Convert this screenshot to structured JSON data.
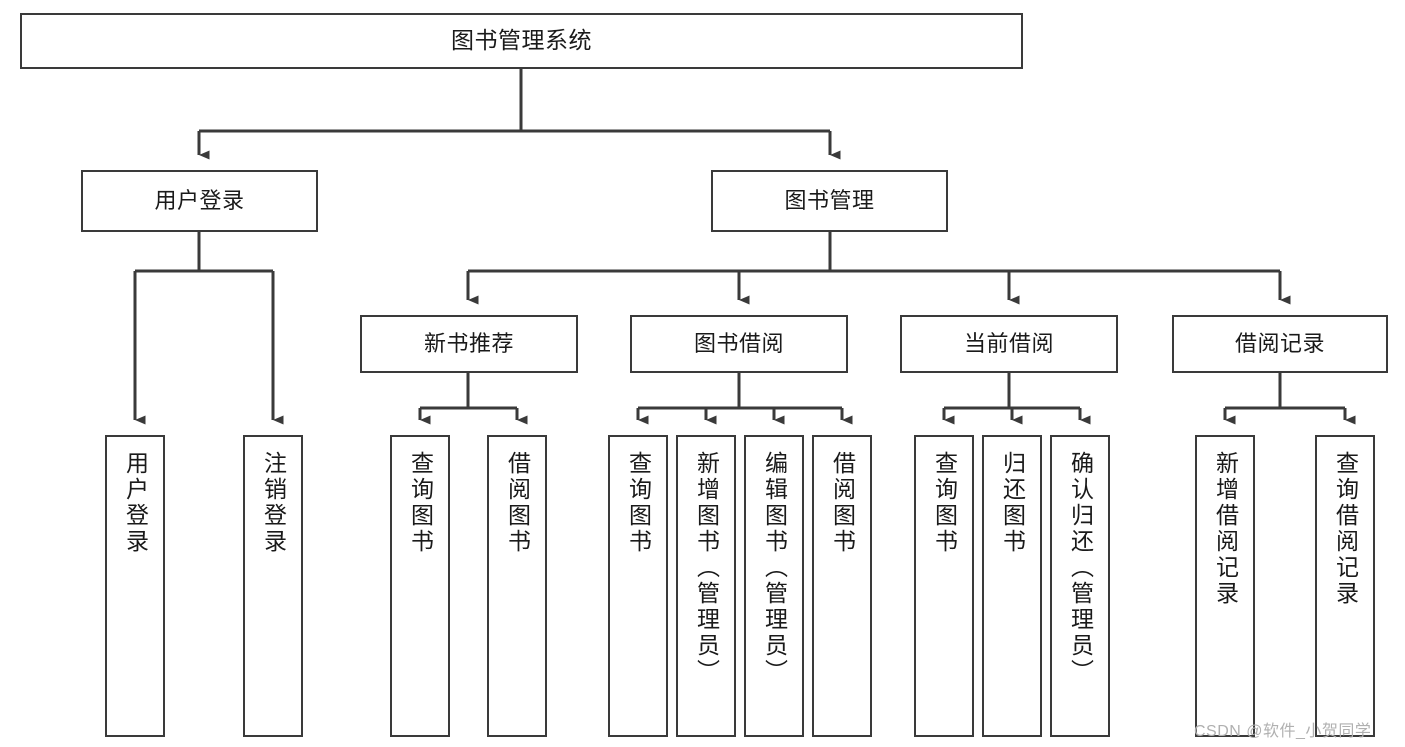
{
  "diagram": {
    "type": "tree-hierarchy",
    "title": "图书管理系统",
    "root": {
      "label": "图书管理系统"
    },
    "level2": [
      {
        "label": "用户登录"
      },
      {
        "label": "图书管理"
      }
    ],
    "level3": [
      {
        "label": "新书推荐"
      },
      {
        "label": "图书借阅"
      },
      {
        "label": "当前借阅"
      },
      {
        "label": "借阅记录"
      }
    ],
    "leaves": {
      "user_login": [
        {
          "label": "用户登录"
        },
        {
          "label": "注销登录"
        }
      ],
      "new_book": [
        {
          "label": "查询图书"
        },
        {
          "label": "借阅图书"
        }
      ],
      "book_borrow": [
        {
          "label": "查询图书"
        },
        {
          "label": "新增图书（管理员）"
        },
        {
          "label": "编辑图书（管理员）"
        },
        {
          "label": "借阅图书"
        }
      ],
      "current_borrow": [
        {
          "label": "查询图书"
        },
        {
          "label": "归还图书"
        },
        {
          "label": "确认归还（管理员）"
        }
      ],
      "borrow_record": [
        {
          "label": "新增借阅记录"
        },
        {
          "label": "查询借阅记录"
        }
      ]
    }
  },
  "watermark": {
    "text": "CSDN @软件_小贺同学"
  },
  "colors": {
    "stroke": "#3a3a3a",
    "fill": "#ffffff",
    "text": "#1a1a1a",
    "watermark": "#b0b0b0"
  }
}
